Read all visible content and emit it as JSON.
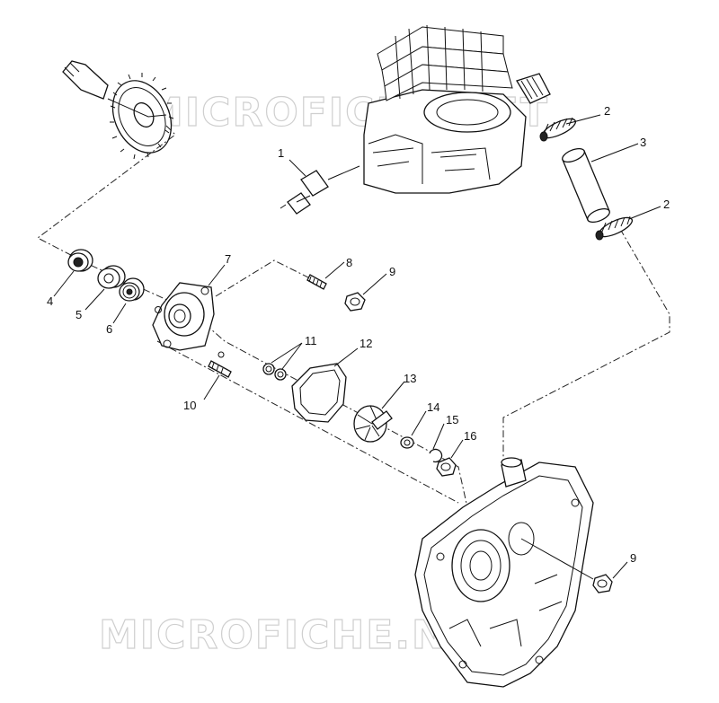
{
  "watermark": "MICROFICHE.NET",
  "callouts": [
    {
      "id": "c1",
      "text": "1"
    },
    {
      "id": "c2a",
      "text": "2"
    },
    {
      "id": "c3",
      "text": "3"
    },
    {
      "id": "c2b",
      "text": "2"
    },
    {
      "id": "c4",
      "text": "4"
    },
    {
      "id": "c5",
      "text": "5"
    },
    {
      "id": "c6",
      "text": "6"
    },
    {
      "id": "c7",
      "text": "7"
    },
    {
      "id": "c8",
      "text": "8"
    },
    {
      "id": "c9a",
      "text": "9"
    },
    {
      "id": "c10",
      "text": "10"
    },
    {
      "id": "c11",
      "text": "11"
    },
    {
      "id": "c12",
      "text": "12"
    },
    {
      "id": "c13",
      "text": "13"
    },
    {
      "id": "c14",
      "text": "14"
    },
    {
      "id": "c15",
      "text": "15"
    },
    {
      "id": "c16",
      "text": "16"
    },
    {
      "id": "c9b",
      "text": "9"
    }
  ]
}
